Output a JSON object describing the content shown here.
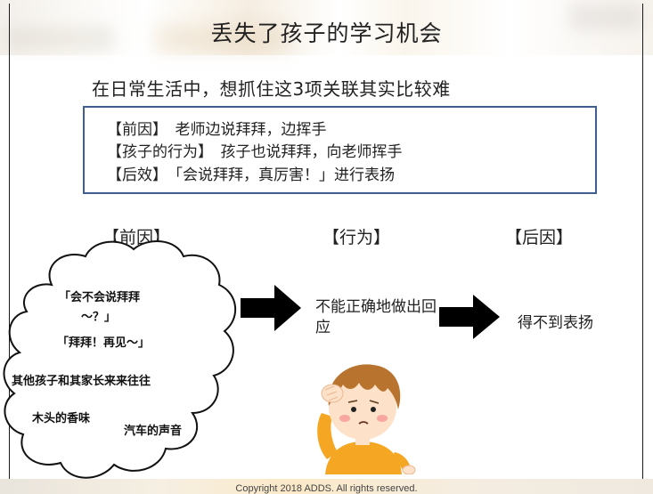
{
  "slide": {
    "title": "丢失了孩子的学习机会",
    "subtitle": "在日常生活中，想抓住这3项关联其实比较难",
    "box_lines": [
      "【前因】　老师边说拜拜，边挥手",
      "【孩子的行为】　孩子也说拜拜，向老师挥手",
      "【后效】　「会说拜拜，真厉害！」进行表扬"
    ],
    "headers": {
      "antecedent": "【前因】",
      "behavior": "【行为】",
      "consequence": "【后因】"
    },
    "cloud_lines": [
      "「会不会说拜拜",
      "～？」",
      "「拜拜！再见～」",
      "其他孩子和其家长来来往往",
      "木头的香味",
      "汽车的声音"
    ],
    "behavior_text": "不能正确地做出回应",
    "result_text": "得不到表扬",
    "copyright": "Copyright 2018 ADDS. All rights reserved.",
    "colors": {
      "box_border": "#3f5d8f",
      "arrow": "#000000",
      "boy_hair": "#b8742e",
      "boy_shirt": "#f5a623"
    },
    "icons": [
      "thought-cloud",
      "right-arrow",
      "confused-boy-illustration"
    ]
  }
}
